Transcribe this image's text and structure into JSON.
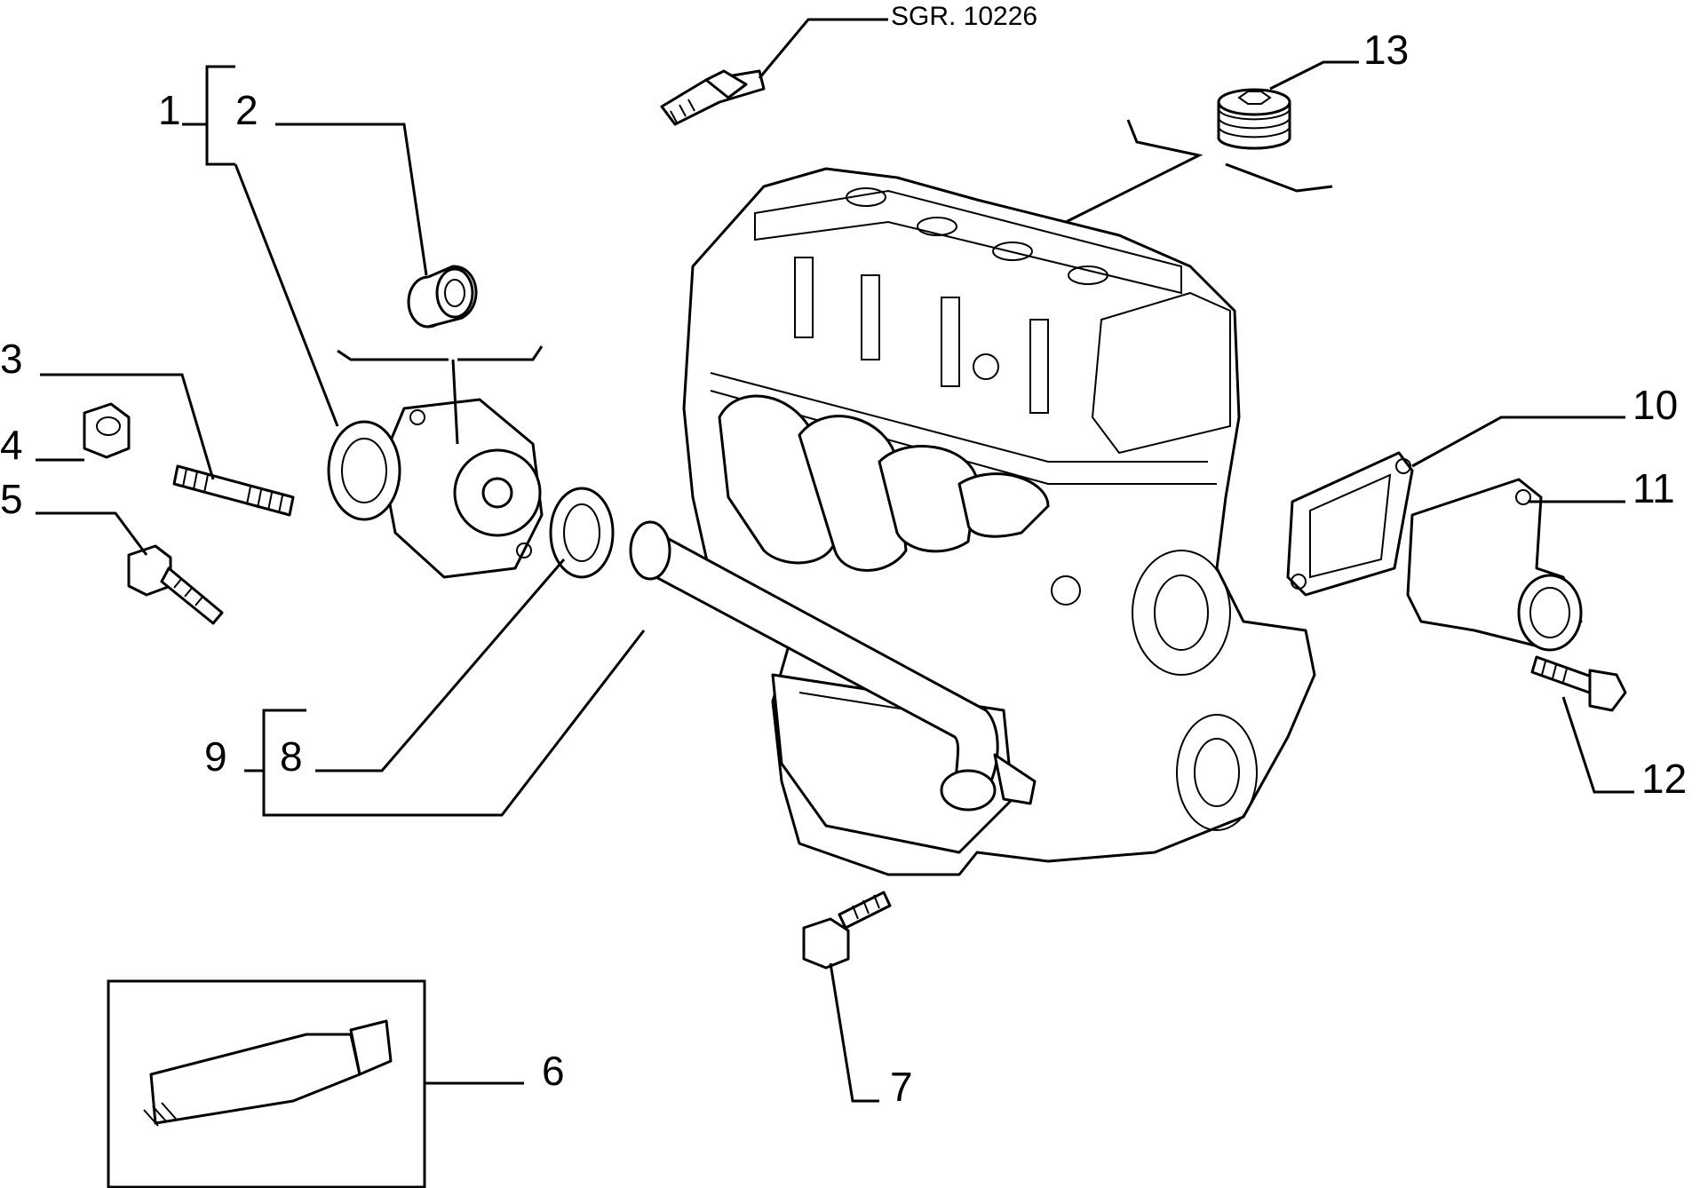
{
  "reference": "SGR. 10226",
  "callouts": {
    "c1": "1",
    "c2": "2",
    "c3": "3",
    "c4": "4",
    "c5": "5",
    "c6": "6",
    "c7": "7",
    "c8": "8",
    "c9": "9",
    "c10": "10",
    "c11": "11",
    "c12": "12",
    "c13": "13"
  }
}
